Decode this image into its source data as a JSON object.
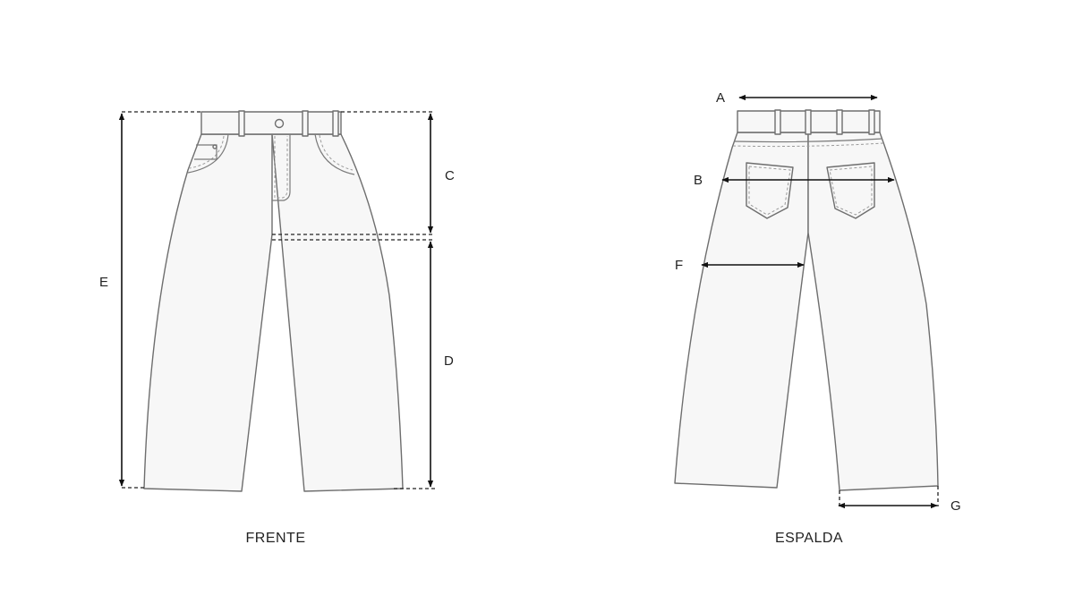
{
  "views": {
    "front": {
      "caption": "FRENTE"
    },
    "back": {
      "caption": "ESPALDA"
    }
  },
  "measurements": {
    "A": {
      "letter": "A"
    },
    "B": {
      "letter": "B"
    },
    "C": {
      "letter": "C"
    },
    "D": {
      "letter": "D"
    },
    "E": {
      "letter": "E"
    },
    "F": {
      "letter": "F"
    },
    "G": {
      "letter": "G"
    }
  },
  "colors": {
    "garment_fill": "#f7f7f7",
    "outline": "#6e6e6e",
    "dimension_line": "#111111"
  }
}
